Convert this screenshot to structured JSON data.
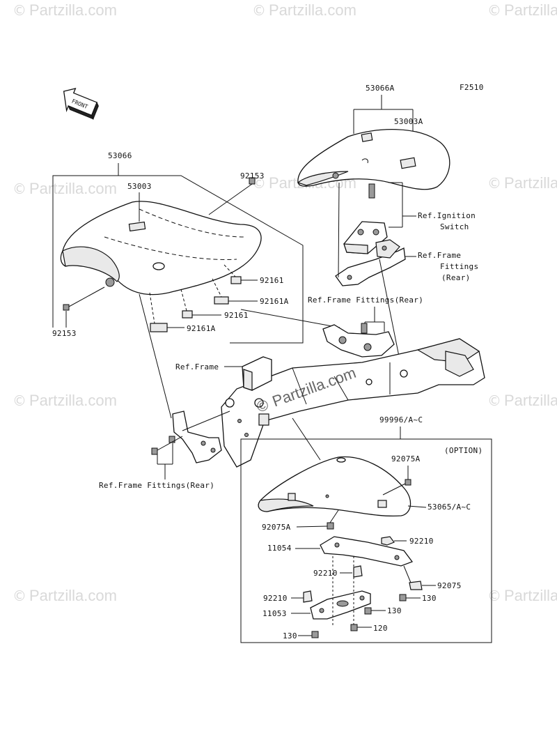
{
  "figure_code": "F2510",
  "front_arrow_text": "FRONT",
  "watermark": {
    "text": "Partzilla.com",
    "center_text": "Partzilla.com",
    "copyright_symbol": "©"
  },
  "labels": {
    "l_53066": "53066",
    "l_53003": "53003",
    "l_92153_top": "92153",
    "l_92153_left": "92153",
    "l_92161_a": "92161",
    "l_92161A_a": "92161A",
    "l_92161_b": "92161",
    "l_92161A_b": "92161A",
    "l_53066A": "53066A",
    "l_53003A": "53003A",
    "l_ignition_1": "Ref.Ignition",
    "l_ignition_2": "Switch",
    "l_frame_fit_1": "Ref.Frame",
    "l_frame_fit_2": "Fittings",
    "l_frame_fit_3": "(Rear)",
    "l_frame_fit_mid": "Ref.Frame Fittings(Rear)",
    "l_ref_frame": "Ref.Frame",
    "l_frame_fit_bottom": "Ref.Frame Fittings(Rear)",
    "l_99996": "99996/A~C",
    "l_option": "(OPTION)",
    "l_92075A_top": "92075A",
    "l_53065": "53065/A~C",
    "l_92075A_left": "92075A",
    "l_92210_right": "92210",
    "l_11054": "11054",
    "l_92210_mid": "92210",
    "l_92075": "92075",
    "l_92210_left": "92210",
    "l_130_right_top": "130",
    "l_11053": "11053",
    "l_130_right": "130",
    "l_130_bottom": "130",
    "l_120": "120"
  }
}
